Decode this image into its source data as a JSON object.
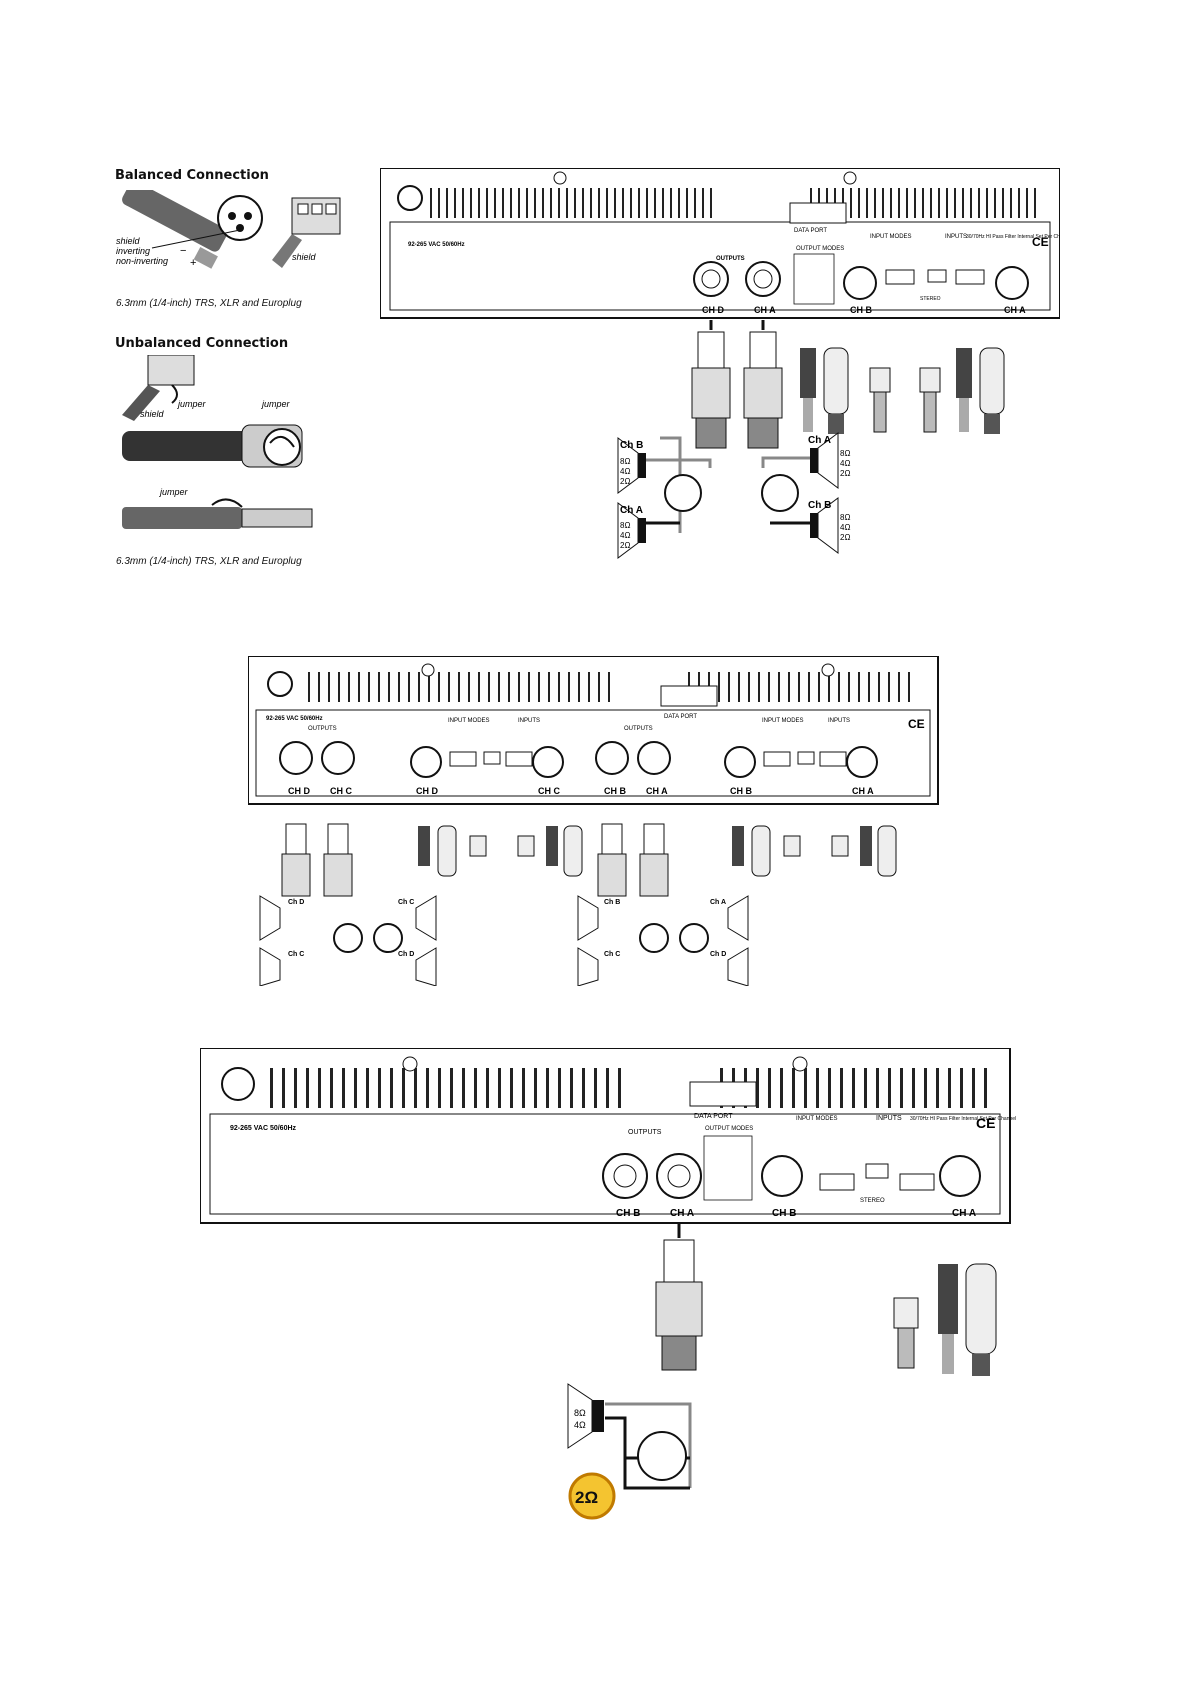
{
  "legend": {
    "balanced_title": "Balanced Connection",
    "unbalanced_title": "Unbalanced Connection",
    "labels": {
      "shield": "shield",
      "inverting": "inverting",
      "non_inverting": "non-inverting",
      "minus": "−",
      "plus": "+",
      "jumper": "jumper"
    },
    "caption": "6.3mm (1/4-inch) TRS, XLR and Europlug"
  },
  "panel_text": {
    "voltage": "92-265 VAC 50/60Hz",
    "data_port": "DATA PORT",
    "outputs": "OUTPUTS",
    "inputs": "INPUTS",
    "input_modes": "INPUT MODES",
    "output_modes": "OUTPUT MODES",
    "stereo": "STEREO",
    "hp_filter": "30/70Hz HI Pass Filter Internal Set Per Channel",
    "ce": "CE"
  },
  "panels": [
    {
      "id": "four-channel",
      "output_labels": [
        "CH D",
        "CH A"
      ],
      "input_labels": [
        "CH B",
        "CH A"
      ]
    },
    {
      "id": "eight-channel",
      "output_labels": [
        "CH D",
        "CH C",
        "CH B",
        "CH A"
      ],
      "input_labels": [
        "CH D",
        "CH C",
        "CH B",
        "CH A"
      ]
    },
    {
      "id": "two-channel",
      "output_labels": [
        "CH B",
        "CH A"
      ],
      "input_labels": [
        "CH B",
        "CH A"
      ]
    }
  ],
  "speakers": {
    "ch_a": "Ch A",
    "ch_b": "Ch B",
    "ch_c": "Ch C",
    "ch_d": "Ch D",
    "imp_8": "8Ω",
    "imp_4": "4Ω",
    "imp_2": "2Ω",
    "warning": "2Ω"
  }
}
